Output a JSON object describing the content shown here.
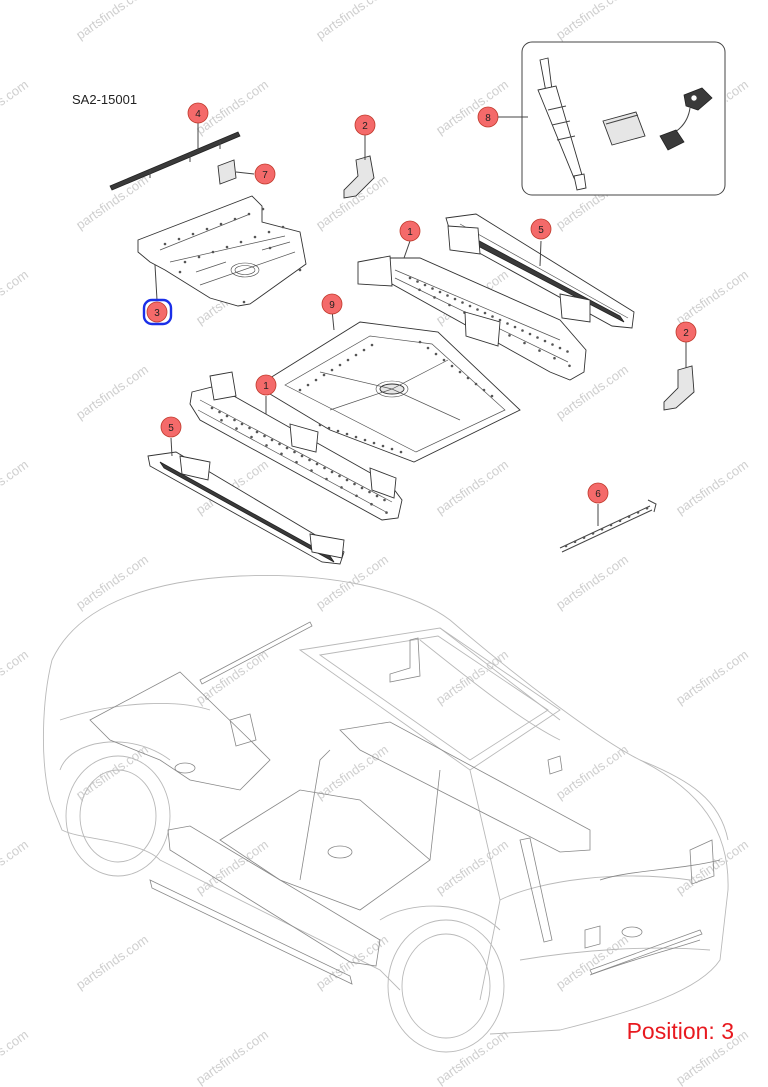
{
  "diagram_code": "SA2-15001",
  "position_label": "Position: 3",
  "watermark": "partsfinds.com",
  "colors": {
    "callout_fill": "#f46a6a",
    "callout_stroke": "#c0392b",
    "selected_fill": "#f46a6a",
    "selected_stroke": "#1a2fe8",
    "position_text": "#e8191f"
  },
  "callouts": [
    {
      "id": "callout-4",
      "label": "4"
    },
    {
      "id": "callout-7",
      "label": "7"
    },
    {
      "id": "callout-2a",
      "label": "2"
    },
    {
      "id": "callout-8",
      "label": "8"
    },
    {
      "id": "callout-1a",
      "label": "1"
    },
    {
      "id": "callout-5a",
      "label": "5"
    },
    {
      "id": "callout-3",
      "label": "3",
      "selected": true
    },
    {
      "id": "callout-9",
      "label": "9"
    },
    {
      "id": "callout-2b",
      "label": "2"
    },
    {
      "id": "callout-1b",
      "label": "1"
    },
    {
      "id": "callout-5b",
      "label": "5"
    },
    {
      "id": "callout-6",
      "label": "6"
    }
  ]
}
